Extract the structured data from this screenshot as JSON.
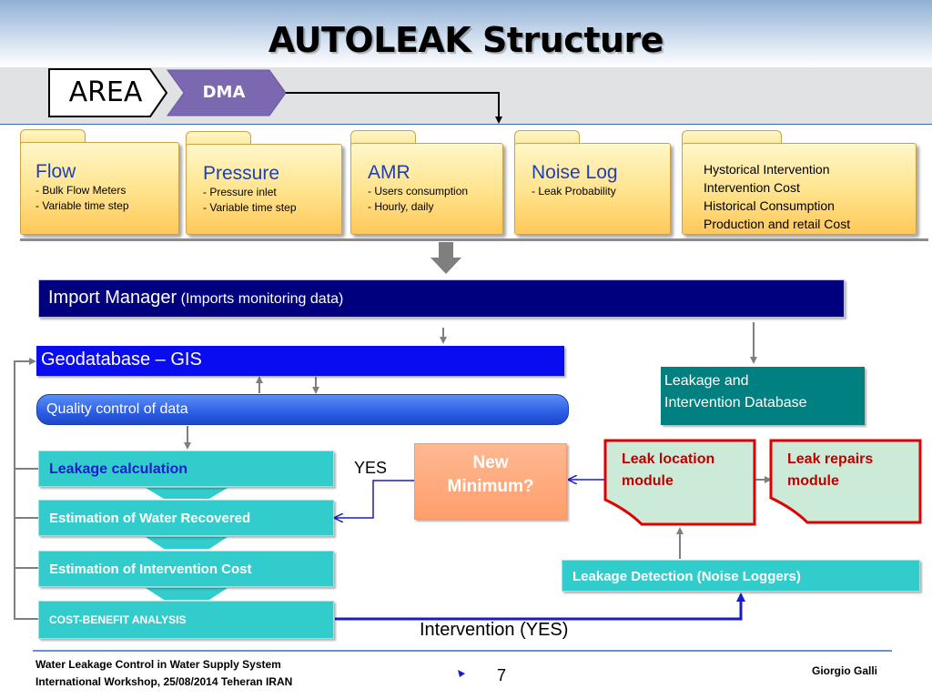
{
  "title": "AUTOLEAK Structure",
  "header": {
    "area_label": "AREA",
    "dma_label": "DMA"
  },
  "folders": [
    {
      "title": "Flow",
      "items": [
        "- Bulk Flow Meters",
        "- Variable time step"
      ]
    },
    {
      "title": "Pressure",
      "items": [
        "- Pressure  inlet",
        "- Variable time step"
      ]
    },
    {
      "title": "AMR",
      "items": [
        "- Users consumption",
        "- Hourly, daily"
      ]
    },
    {
      "title": "Noise Log",
      "items": [
        "- Leak Probability"
      ]
    },
    {
      "title": "",
      "items": [
        "Hystorical Intervention",
        "Intervention Cost",
        "Historical Consumption",
        "Production and retail Cost"
      ]
    }
  ],
  "import_manager": {
    "title": "Import Manager",
    "subtitle": "(Imports monitoring data)"
  },
  "geodatabase": "Geodatabase – GIS",
  "quality_control": "Quality control of data",
  "leakage_db": {
    "line1": "Leakage and",
    "line2": "Intervention Database"
  },
  "steps": {
    "leakage_calculation": "Leakage calculation",
    "estimation_water": "Estimation of Water Recovered",
    "estimation_cost": "Estimation of  Intervention Cost",
    "cost_benefit": "COST-BENEFIT ANALYSIS"
  },
  "decision": {
    "line1": "New",
    "line2": "Minimum?",
    "yes_label": "YES"
  },
  "leak_location": {
    "line1": "Leak location",
    "line2": "module"
  },
  "leak_repairs": {
    "line1": "Leak repairs",
    "line2": "module"
  },
  "leakage_detection": "Leakage Detection (Noise Loggers)",
  "intervention_label": "Intervention (YES)",
  "footer": {
    "line1": "Water Leakage Control  in Water Supply System",
    "line2": "International Workshop, 25/08/2014 Teheran IRAN",
    "author": "Giorgio Galli",
    "page_number": "7"
  },
  "colors": {
    "folder_title": "#1f3fb4",
    "import_bg": "#00007e",
    "geo_bg": "#0a0cf0",
    "cyan": "#33cccc",
    "teal": "#008080",
    "module_border": "#e00000",
    "decision_bg": "#ff9e6c",
    "dma_bg": "#7b68b0"
  }
}
